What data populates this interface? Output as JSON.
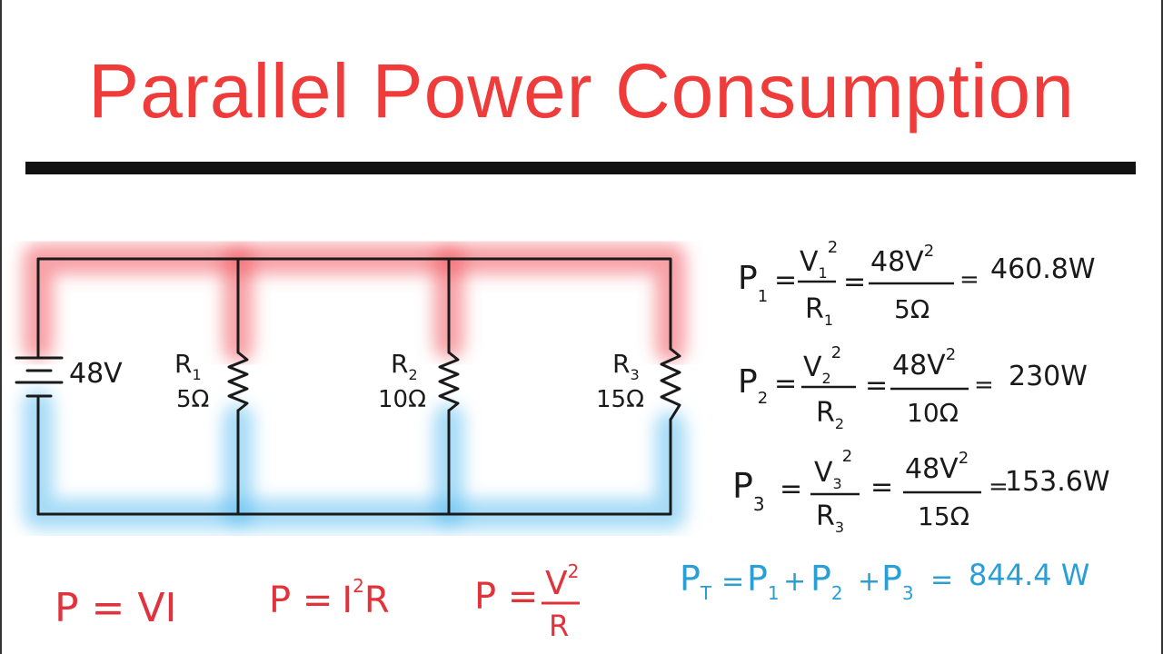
{
  "title": "Parallel Power Consumption",
  "colors": {
    "title": "#ef3b3a",
    "positive_rail": "#e8333b",
    "negative_rail": "#2fa6e4",
    "wire": "#1a1a1a",
    "formula_total": "#2a9fd6",
    "formula_basic": "#e0333b"
  },
  "battery": {
    "label": "48V"
  },
  "resistors": [
    {
      "name": "R",
      "sub": "1",
      "value": "5Ω"
    },
    {
      "name": "R",
      "sub": "2",
      "value": "10Ω"
    },
    {
      "name": "R",
      "sub": "3",
      "value": "15Ω"
    }
  ],
  "equations": [
    {
      "p": "P",
      "p_sub": "1",
      "v": "V",
      "v_sub": "1",
      "sq": "2",
      "r": "R",
      "r_sub": "1",
      "num": "48V",
      "den": "5Ω",
      "eq": "=",
      "result": "460.8W"
    },
    {
      "p": "P",
      "p_sub": "2",
      "v": "V",
      "v_sub": "2",
      "sq": "2",
      "r": "R",
      "r_sub": "2",
      "num": "48V",
      "den": "10Ω",
      "eq": "=",
      "result": "230W"
    },
    {
      "p": "P",
      "p_sub": "3",
      "v": "V",
      "v_sub": "3",
      "sq": "2",
      "r": "R",
      "r_sub": "3",
      "num": "48V",
      "den": "15Ω",
      "eq": "=",
      "result": "153.6W"
    }
  ],
  "total": {
    "p": "P",
    "p_sub": "T",
    "eq": "=",
    "p1": "P",
    "s1": "1",
    "plus": "+",
    "p2": "P",
    "s2": "2",
    "p3": "P",
    "s3": "3",
    "result": "844.4 W"
  },
  "basic_formulas": [
    {
      "text": "P = VI"
    },
    {
      "lhs": "P =",
      "i": "I",
      "sq": "2",
      "r": "R"
    },
    {
      "lhs": "P =",
      "num": "V",
      "sq": "2",
      "den": "R"
    }
  ]
}
